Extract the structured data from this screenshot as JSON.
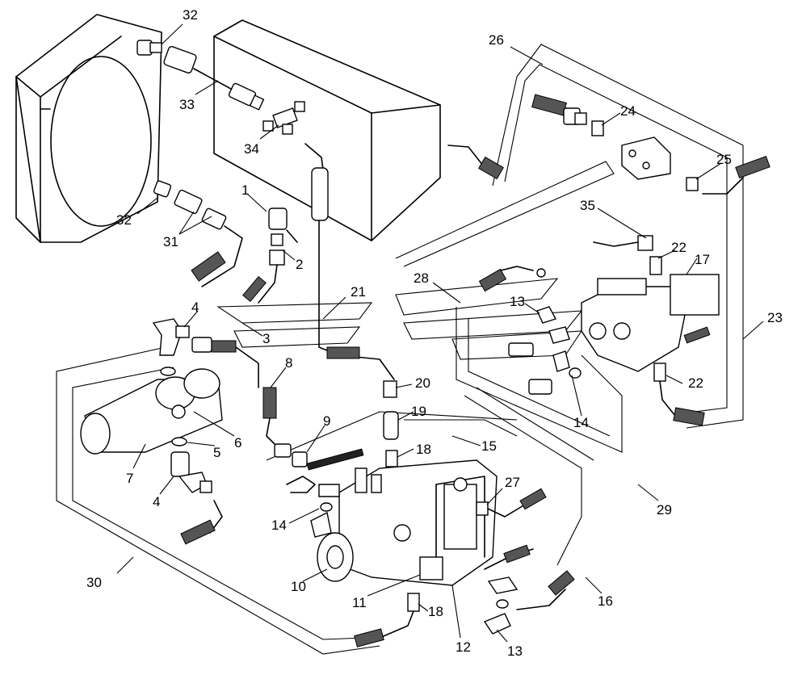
{
  "diagram": {
    "callouts": [
      "32",
      "33",
      "34",
      "32",
      "31",
      "1",
      "2",
      "21",
      "3",
      "4",
      "8",
      "6",
      "5",
      "7",
      "4",
      "9",
      "26",
      "24",
      "25",
      "35",
      "22",
      "17",
      "28",
      "13",
      "14",
      "20",
      "19",
      "18",
      "15",
      "23",
      "22",
      "27",
      "29",
      "14",
      "10",
      "11",
      "18",
      "12",
      "13",
      "16",
      "30"
    ],
    "colors": {
      "line": "#000000",
      "background": "#ffffff",
      "hose_fill": "#555555"
    }
  }
}
